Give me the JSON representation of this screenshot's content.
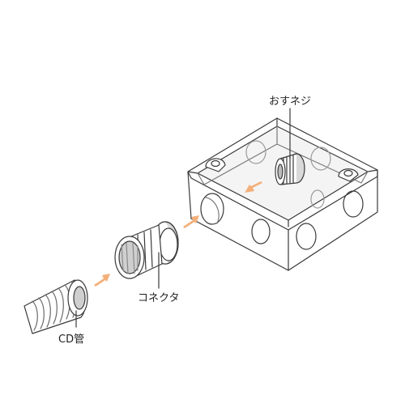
{
  "labels": {
    "screw": "おすネジ",
    "connector": "コネクタ",
    "cd_pipe": "CD管"
  },
  "colors": {
    "line": "#3a3a3a",
    "arrow": "#f3b07a",
    "fill": "#ffffff",
    "shade": "#d9d9d9",
    "dark_shade": "#bdbdbd",
    "pipe": "#cfcfcf"
  }
}
